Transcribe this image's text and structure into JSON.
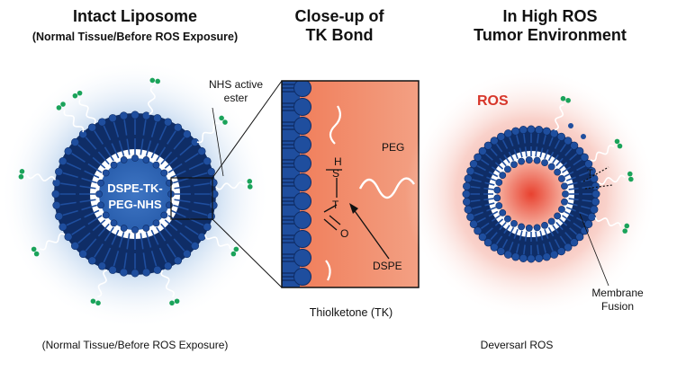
{
  "left": {
    "title": "Intact Liposome",
    "subtitle": "(Normal Tissue/Before ROS Exposure)",
    "core_label_line1": "DSPE-TK-",
    "core_label_line2": "PEG-NHS",
    "nhs_label_line1": "NHS active",
    "nhs_label_line2": "ester",
    "caption": "(Normal Tissue/Before ROS Exposure)"
  },
  "middle": {
    "title_line1": "Close-up of",
    "title_line2": "TK Bond",
    "peg_label": "PEG",
    "dspe_label": "DSPE",
    "atom_h": "H",
    "atom_s": "S",
    "atom_t": "T",
    "atom_o": "O",
    "caption": "Thiolketone (TK)"
  },
  "right": {
    "title_line1": "In High ROS",
    "title_line2": "Tumor Environment",
    "ros_label": "ROS",
    "fusion_label_line1": "Membrane",
    "fusion_label_line2": "Fusion",
    "tick_t": "T",
    "caption": "Deversarl ROS"
  },
  "colors": {
    "lipid_blue": "#1f4e9e",
    "lipid_dark": "#0f2d66",
    "glow_blue": "#6a9ed6",
    "nhs_green": "#1aa35a",
    "ros_red": "#d7362a",
    "closeup_orange": "#ee8a66"
  }
}
